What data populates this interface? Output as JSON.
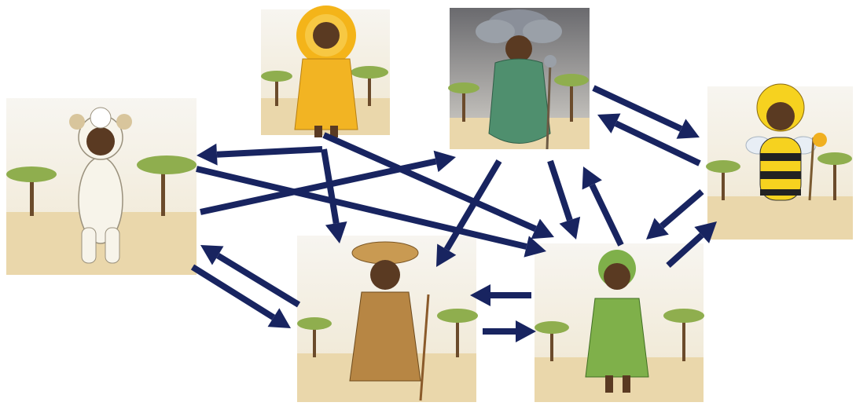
{
  "diagram": {
    "nodes": [
      {
        "id": "sheep",
        "name": "sheep-costume-child",
        "costume": "sheep"
      },
      {
        "id": "sun",
        "name": "sun-costume-child",
        "costume": "sun"
      },
      {
        "id": "rain",
        "name": "raincloud-costume-child",
        "costume": "rain cloud"
      },
      {
        "id": "bee",
        "name": "bee-costume-child",
        "costume": "bee"
      },
      {
        "id": "soil",
        "name": "soil-costume-child",
        "costume": "soil"
      },
      {
        "id": "plant",
        "name": "plant-costume-child",
        "costume": "plant"
      }
    ],
    "edges": [
      {
        "from": "sun",
        "to": "sheep"
      },
      {
        "from": "sun",
        "to": "soil"
      },
      {
        "from": "sun",
        "to": "plant"
      },
      {
        "from": "sheep",
        "to": "rain"
      },
      {
        "from": "sheep",
        "to": "plant"
      },
      {
        "from": "sheep",
        "to": "soil"
      },
      {
        "from": "soil",
        "to": "sheep"
      },
      {
        "from": "rain",
        "to": "soil"
      },
      {
        "from": "rain",
        "to": "plant"
      },
      {
        "from": "rain",
        "to": "bee"
      },
      {
        "from": "bee",
        "to": "rain"
      },
      {
        "from": "bee",
        "to": "plant"
      },
      {
        "from": "plant",
        "to": "bee"
      },
      {
        "from": "plant",
        "to": "rain"
      },
      {
        "from": "plant",
        "to": "soil"
      },
      {
        "from": "soil",
        "to": "plant"
      }
    ],
    "colors": {
      "arrow": "#182460",
      "sky": "#f1eee6",
      "ground": "#e8d3a4",
      "tree": "#8fae4e"
    }
  }
}
